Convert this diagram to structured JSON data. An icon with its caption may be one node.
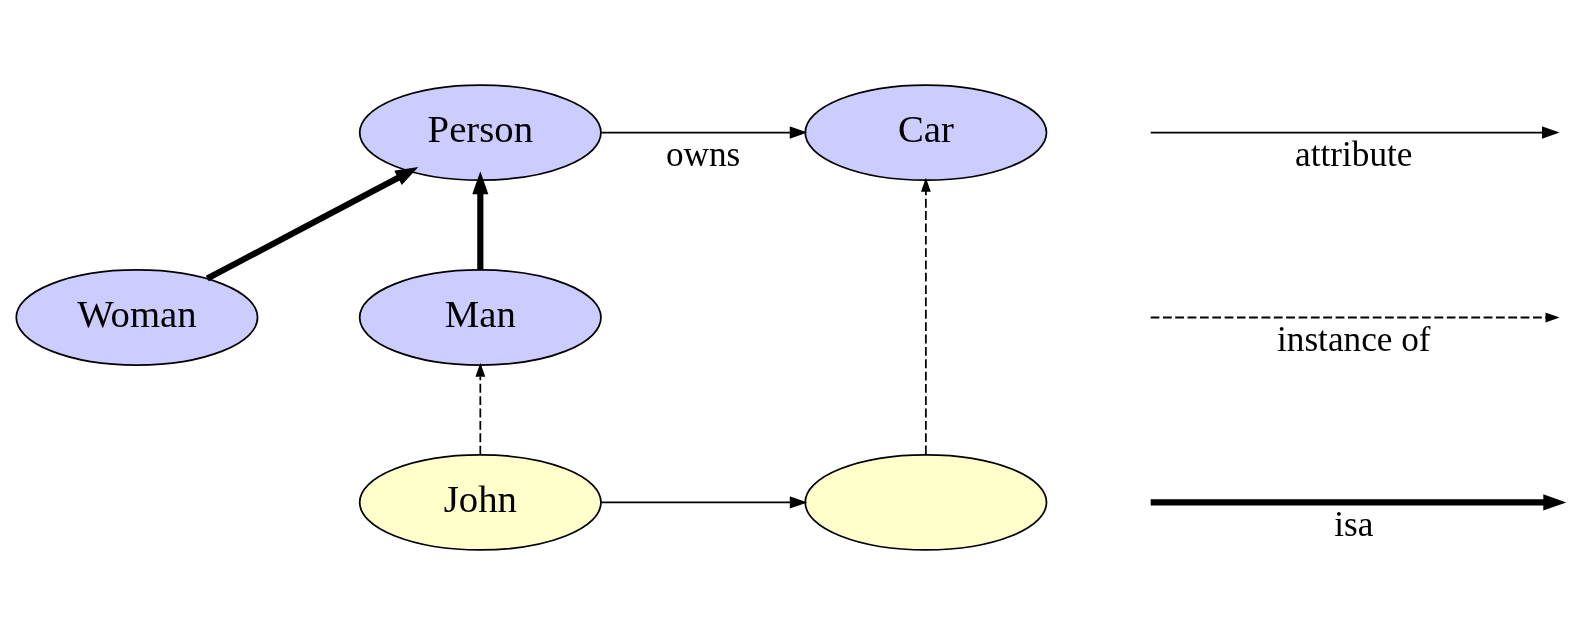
{
  "diagram": {
    "nodes": [
      {
        "text": [
          "Person"
        ]
      },
      {
        "text": [
          "Car"
        ]
      },
      {
        "text": [
          "Woman"
        ]
      },
      {
        "text": [
          "Man"
        ]
      },
      {
        "text": [
          "John"
        ]
      },
      {
        "text": [],
        "shape": "ellipse"
      }
    ],
    "edges": [
      {
        "from": 0,
        "to": 1,
        "arrow": "to",
        "label": "owns"
      },
      {
        "from": 2,
        "to": 0,
        "arrow": "to",
        "style": "thick"
      },
      {
        "from": 3,
        "to": 0,
        "arrow": "to",
        "style": "thick"
      },
      {
        "from": 4,
        "to": 3,
        "arrow": "to",
        "style": "dashed"
      },
      {
        "from": 5,
        "to": 1,
        "arrow": "to",
        "style": "dashed"
      },
      {
        "from": 4,
        "to": 5,
        "arrow": "to"
      }
    ],
    "legend": [
      {
        "text": "attribute"
      },
      {
        "text": "instance of"
      },
      {
        "text": "isa"
      }
    ]
  }
}
